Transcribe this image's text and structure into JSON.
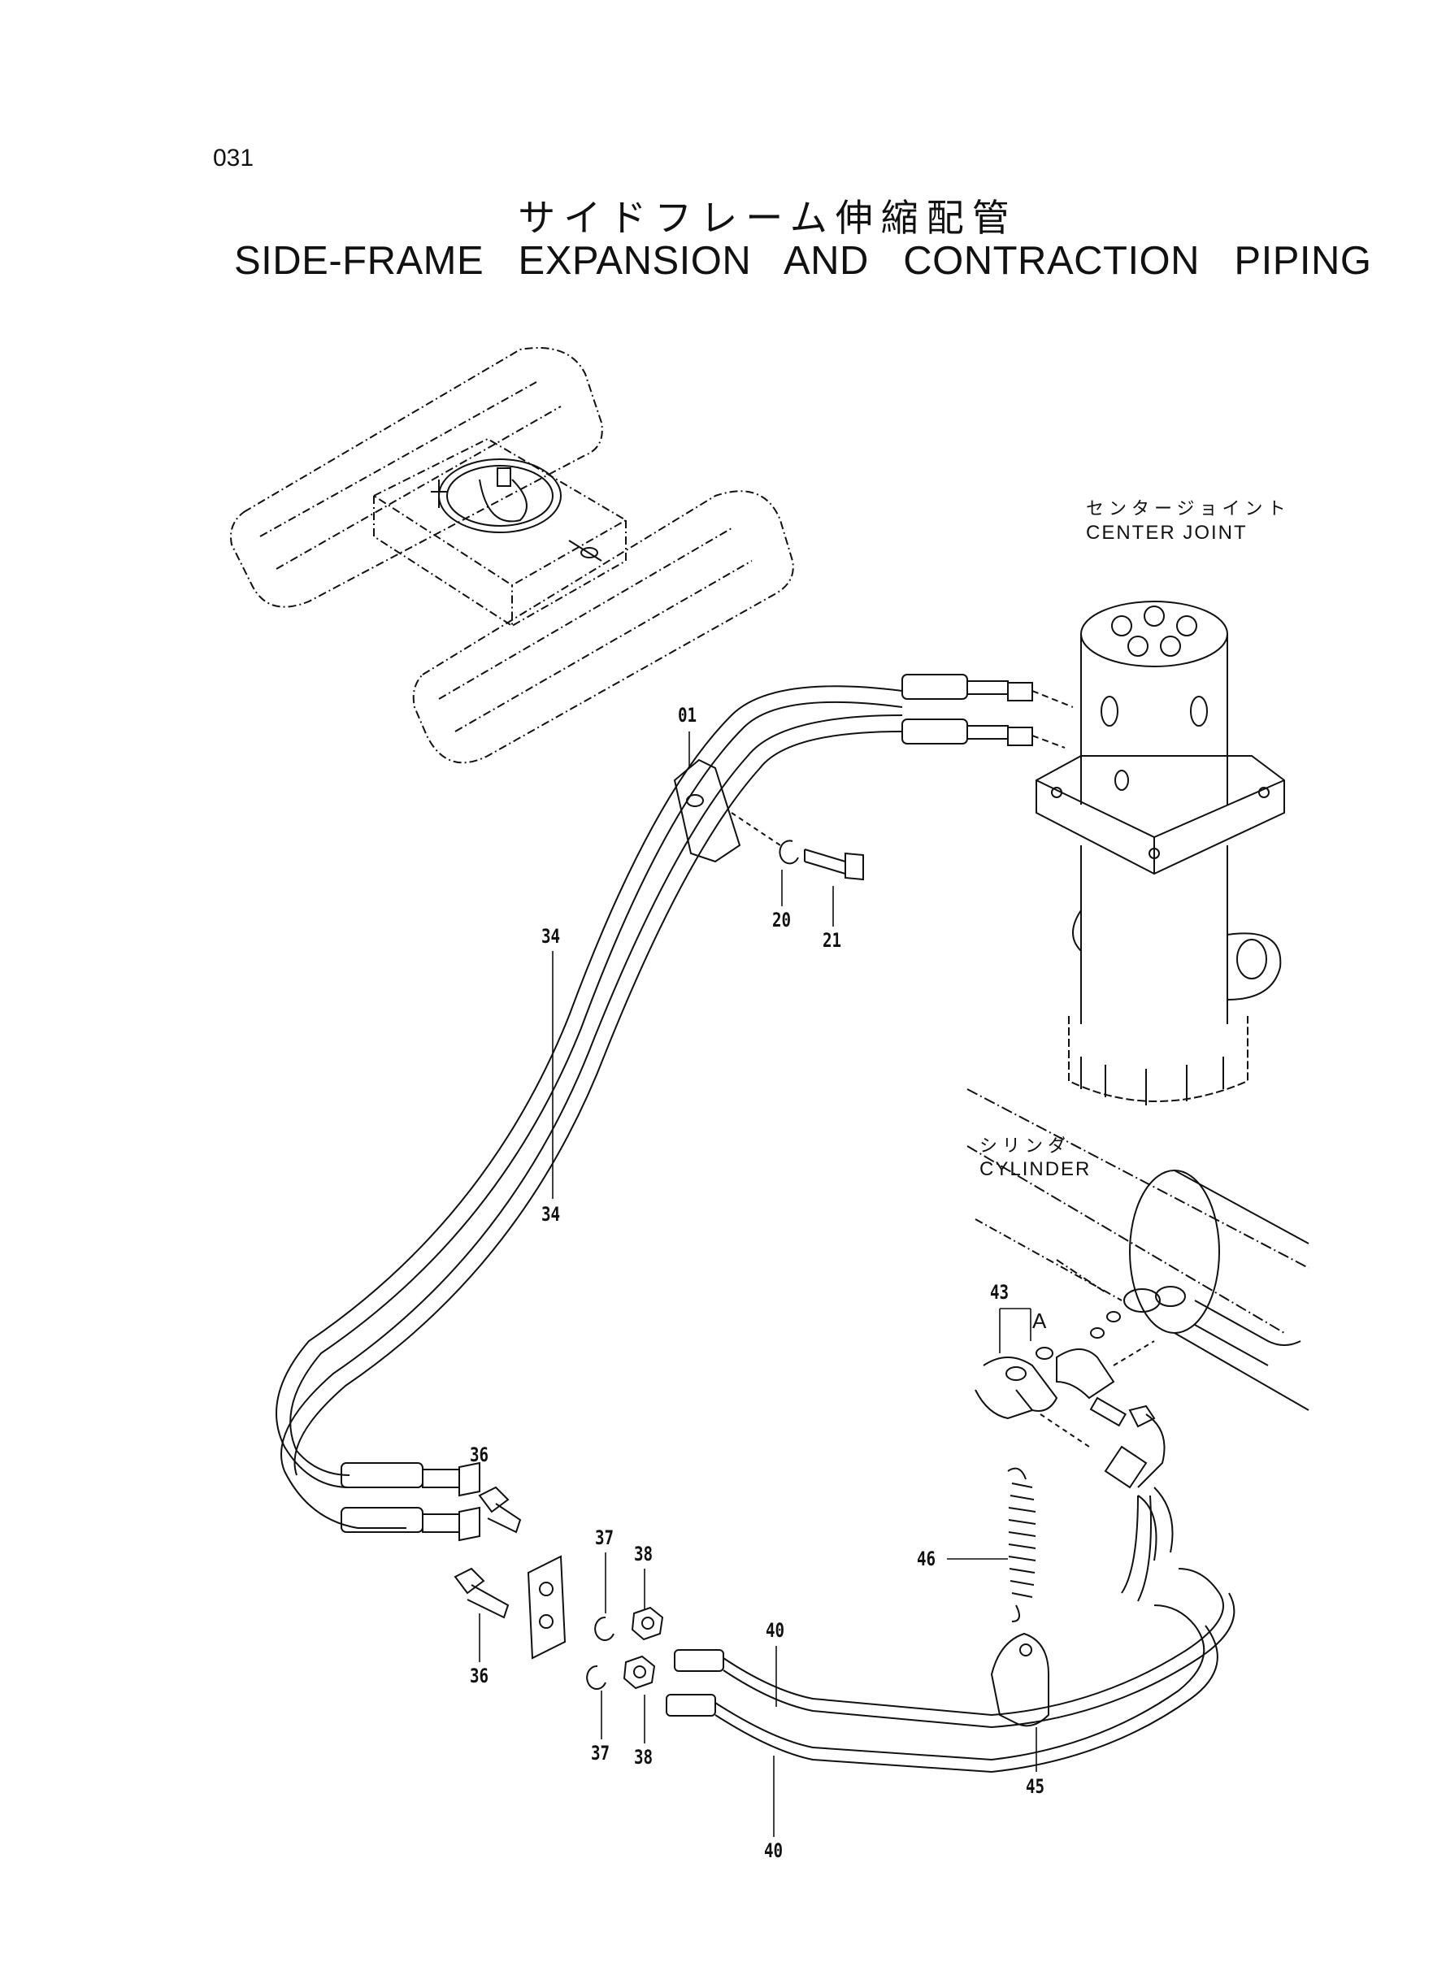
{
  "page": {
    "number": "031",
    "title_jp": "サイドフレーム伸縮配管",
    "title_en": "SIDE-FRAME   EXPANSION   AND   CONTRACTION   PIPING"
  },
  "labels": {
    "center_joint_jp": "センタージョイント",
    "center_joint_en": "CENTER JOINT",
    "cylinder_jp": "シリンダ",
    "cylinder_en": "CYLINDER",
    "detail_a": "A"
  },
  "callouts": [
    {
      "id": "01",
      "text": "01"
    },
    {
      "id": "20",
      "text": "20"
    },
    {
      "id": "21",
      "text": "21"
    },
    {
      "id": "34a",
      "text": "34"
    },
    {
      "id": "34b",
      "text": "34"
    },
    {
      "id": "43",
      "text": "43"
    },
    {
      "id": "36a",
      "text": "36"
    },
    {
      "id": "36b",
      "text": "36"
    },
    {
      "id": "37a",
      "text": "37"
    },
    {
      "id": "37b",
      "text": "37"
    },
    {
      "id": "38a",
      "text": "38"
    },
    {
      "id": "38b",
      "text": "38"
    },
    {
      "id": "40a",
      "text": "40"
    },
    {
      "id": "40b",
      "text": "40"
    },
    {
      "id": "45",
      "text": "45"
    },
    {
      "id": "46",
      "text": "46"
    }
  ]
}
